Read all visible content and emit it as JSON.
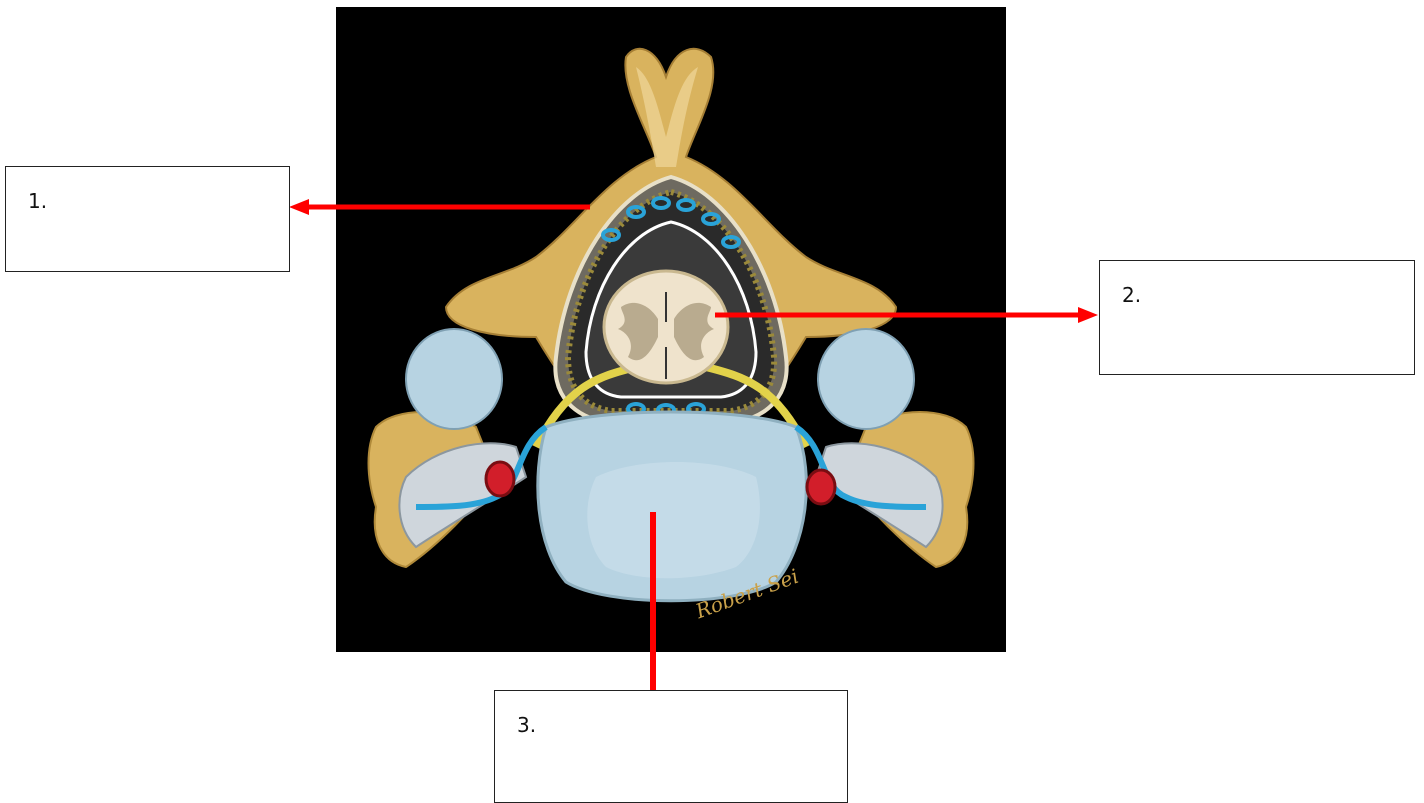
{
  "labels": [
    {
      "id": "box-1",
      "text": "1."
    },
    {
      "id": "box-2",
      "text": "2."
    },
    {
      "id": "box-3",
      "text": "3."
    }
  ],
  "figure": {
    "signature": "Robert Sei"
  },
  "colors": {
    "background": "#000000",
    "bone": "#d9b35e",
    "disc": "#b7d3e2",
    "spinal_cord": "#efe3cc",
    "grey_matter": "#b9ab8f",
    "nerve": "#e2d24a",
    "vein": "#2aa3d8",
    "artery": "#d21e2a",
    "arrow": "#ff0000"
  }
}
